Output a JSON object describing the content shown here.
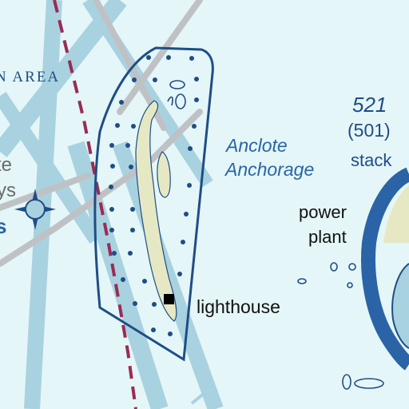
{
  "map": {
    "labels": {
      "area": "N AREA",
      "anchorage_line1": "Anclote",
      "anchorage_line2": "Anchorage",
      "obstacle_elevation_msl": "521",
      "obstacle_height_agl": "(501)",
      "obstacle_type": "stack",
      "power_plant_line1": "power",
      "power_plant_line2": "plant",
      "lighthouse": "lighthouse",
      "cut_text_1": "te",
      "cut_text_2": "ys",
      "cut_text_3": "s"
    },
    "colors": {
      "water": "#e4f6f8",
      "route_band": "#a9d2e0",
      "road": "#bfc2c5",
      "island_land": "#e6e8c4",
      "boundary": "#1f4d86",
      "airway_dash": "#9a2b55",
      "power_plant_ring": "#2a64a6",
      "text_blue": "#2a64a6",
      "text_dark": "#111111"
    },
    "icons": [
      "compass-star-icon",
      "lighthouse-icon"
    ]
  }
}
